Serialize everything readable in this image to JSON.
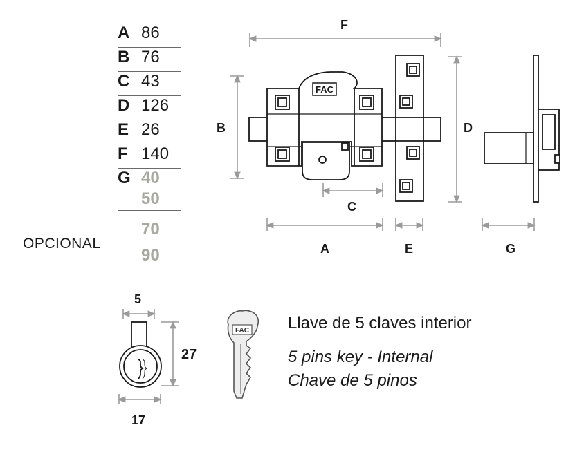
{
  "dimension_table": {
    "rows": [
      {
        "letter": "A",
        "value": "86"
      },
      {
        "letter": "B",
        "value": "76"
      },
      {
        "letter": "C",
        "value": "43"
      },
      {
        "letter": "D",
        "value": "126"
      },
      {
        "letter": "E",
        "value": "26"
      },
      {
        "letter": "F",
        "value": "140"
      }
    ],
    "g_row": {
      "letter": "G",
      "values": [
        "40",
        "50"
      ]
    },
    "optional_label": "OPCIONAL",
    "optional_values": [
      "70",
      "90"
    ]
  },
  "lock_drawing": {
    "brand": "FAC",
    "dimension_labels": {
      "F": "F",
      "B": "B",
      "C": "C",
      "D": "D",
      "A": "A",
      "E": "E",
      "G": "G"
    }
  },
  "cylinder_drawing": {
    "top_dim": "5",
    "right_dim": "27",
    "bottom_dim": "17"
  },
  "key": {
    "brand": "FAC",
    "description_es": "Llave de 5 claves interior",
    "description_en": "5 pins key - Internal",
    "description_pt": "Chave de 5 pinos"
  },
  "colors": {
    "line": "#1a1a1a",
    "dimension_line": "#9a9a9a",
    "optional_grey": "#a8a8a0"
  }
}
